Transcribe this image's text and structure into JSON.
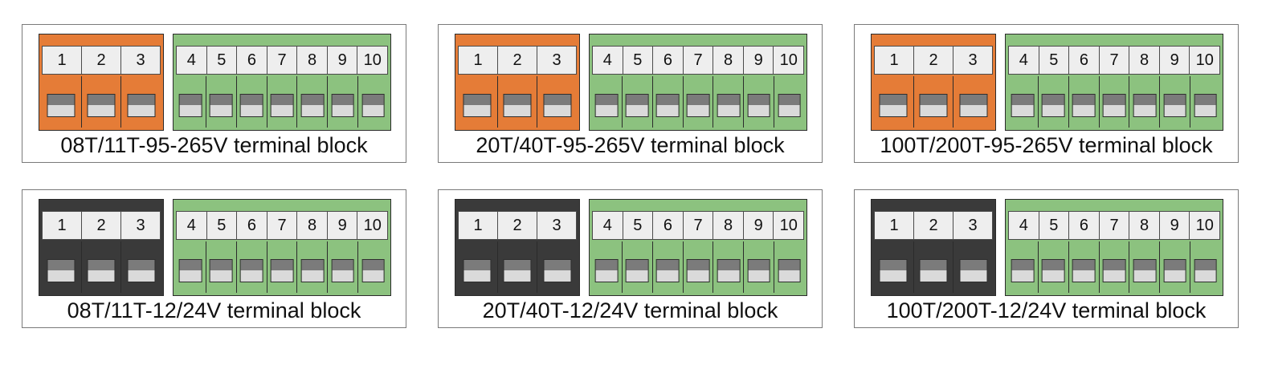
{
  "colors": {
    "orange": "#e57c37",
    "dark": "#3a3a3a",
    "green": "#8cc27f",
    "number_bg": "#eeeeee"
  },
  "panels": [
    {
      "caption": "08T/11T-95-265V terminal block",
      "left_color": "orange"
    },
    {
      "caption": "20T/40T-95-265V terminal block",
      "left_color": "orange"
    },
    {
      "caption": "100T/200T-95-265V terminal block",
      "left_color": "orange"
    },
    {
      "caption": "08T/11T-12/24V terminal block",
      "left_color": "dark"
    },
    {
      "caption": "20T/40T-12/24V terminal block",
      "left_color": "dark"
    },
    {
      "caption": "100T/200T-12/24V terminal block",
      "left_color": "dark"
    }
  ],
  "left_terminals": [
    "1",
    "2",
    "3"
  ],
  "right_terminals": [
    "4",
    "5",
    "6",
    "7",
    "8",
    "9",
    "10"
  ]
}
